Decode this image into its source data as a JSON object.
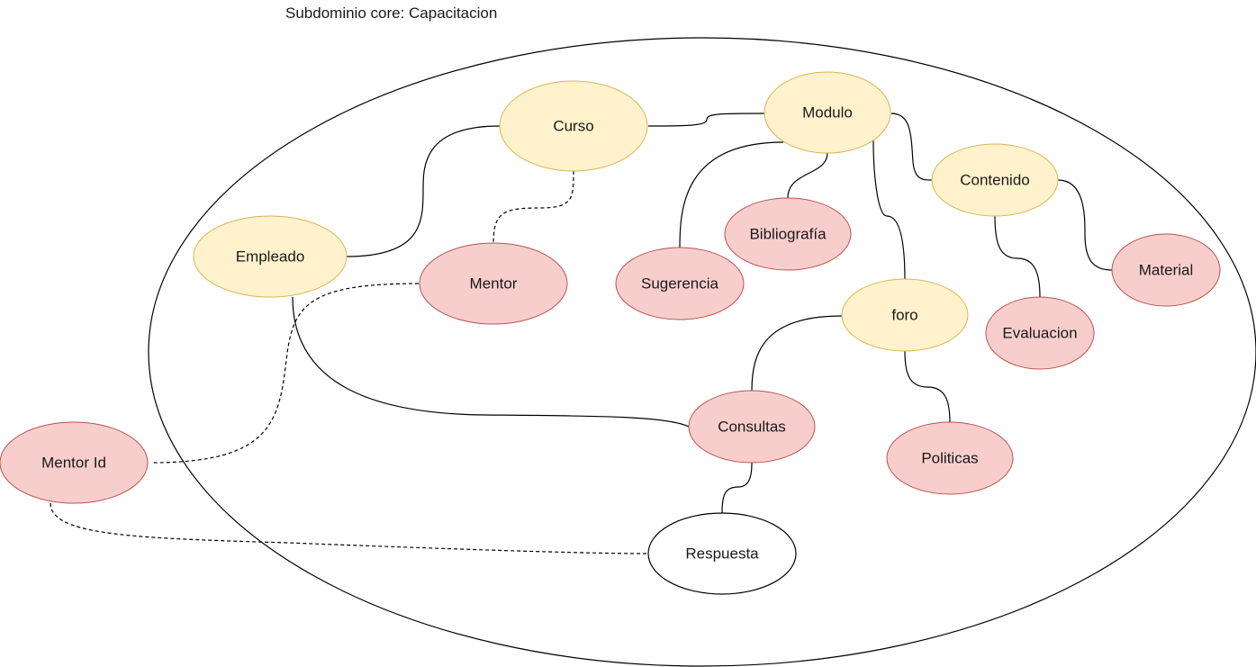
{
  "diagram": {
    "title": "Subdominio core: Capacitacion",
    "colors": {
      "yellow_fill": "#fff2cc",
      "yellow_stroke": "#d6b656",
      "red_fill": "#f8cecc",
      "red_stroke": "#b85450",
      "white_fill": "#ffffff",
      "white_stroke": "#000000",
      "line": "#000000",
      "text": "#1a1a1a"
    },
    "nodes": {
      "curso": {
        "label": "Curso",
        "style": "yellow"
      },
      "modulo": {
        "label": "Modulo",
        "style": "yellow"
      },
      "contenido": {
        "label": "Contenido",
        "style": "yellow"
      },
      "empleado": {
        "label": "Empleado",
        "style": "yellow"
      },
      "foro": {
        "label": "foro",
        "style": "yellow"
      },
      "mentor": {
        "label": "Mentor",
        "style": "red"
      },
      "sugerencia": {
        "label": "Sugerencia",
        "style": "red"
      },
      "bibliografia": {
        "label": "Bibliografía",
        "style": "red"
      },
      "material": {
        "label": "Material",
        "style": "red"
      },
      "evaluacion": {
        "label": "Evaluacion",
        "style": "red"
      },
      "consultas": {
        "label": "Consultas",
        "style": "red"
      },
      "politicas": {
        "label": "Politicas",
        "style": "red"
      },
      "mentor_id": {
        "label": "Mentor Id",
        "style": "red"
      },
      "respuesta": {
        "label": "Respuesta",
        "style": "white"
      }
    },
    "edges": [
      {
        "from": "curso",
        "to": "modulo",
        "style": "solid"
      },
      {
        "from": "curso",
        "to": "empleado",
        "style": "solid"
      },
      {
        "from": "curso",
        "to": "mentor",
        "style": "dashed"
      },
      {
        "from": "modulo",
        "to": "sugerencia",
        "style": "solid"
      },
      {
        "from": "modulo",
        "to": "bibliografia",
        "style": "solid"
      },
      {
        "from": "modulo",
        "to": "foro",
        "style": "solid"
      },
      {
        "from": "modulo",
        "to": "contenido",
        "style": "solid"
      },
      {
        "from": "contenido",
        "to": "material",
        "style": "solid"
      },
      {
        "from": "contenido",
        "to": "evaluacion",
        "style": "solid"
      },
      {
        "from": "foro",
        "to": "consultas",
        "style": "solid"
      },
      {
        "from": "foro",
        "to": "politicas",
        "style": "solid"
      },
      {
        "from": "empleado",
        "to": "consultas",
        "style": "solid"
      },
      {
        "from": "consultas",
        "to": "respuesta",
        "style": "solid"
      },
      {
        "from": "mentor",
        "to": "mentor_id",
        "style": "dashed"
      },
      {
        "from": "mentor_id",
        "to": "respuesta",
        "style": "dashed"
      }
    ]
  }
}
